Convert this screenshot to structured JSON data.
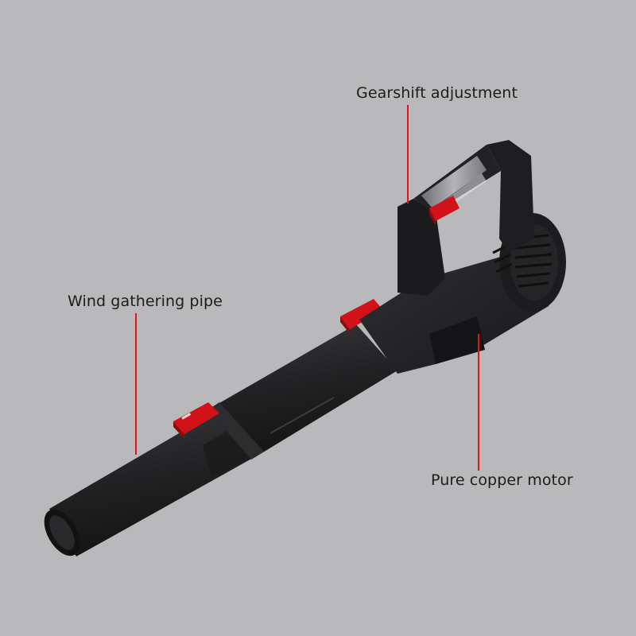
{
  "callouts": {
    "gearshift": {
      "label": "Gearshift adjustment"
    },
    "wind_pipe": {
      "label": "Wind gathering pipe"
    },
    "motor": {
      "label": "Pure copper motor"
    }
  },
  "colors": {
    "background": "#b9b9bb",
    "body": "#1f1f21",
    "accent": "#e0141c",
    "leader_line": "#e0141c",
    "grip": "#8c8c90"
  },
  "icons": {
    "product": "cordless-leaf-blower"
  }
}
